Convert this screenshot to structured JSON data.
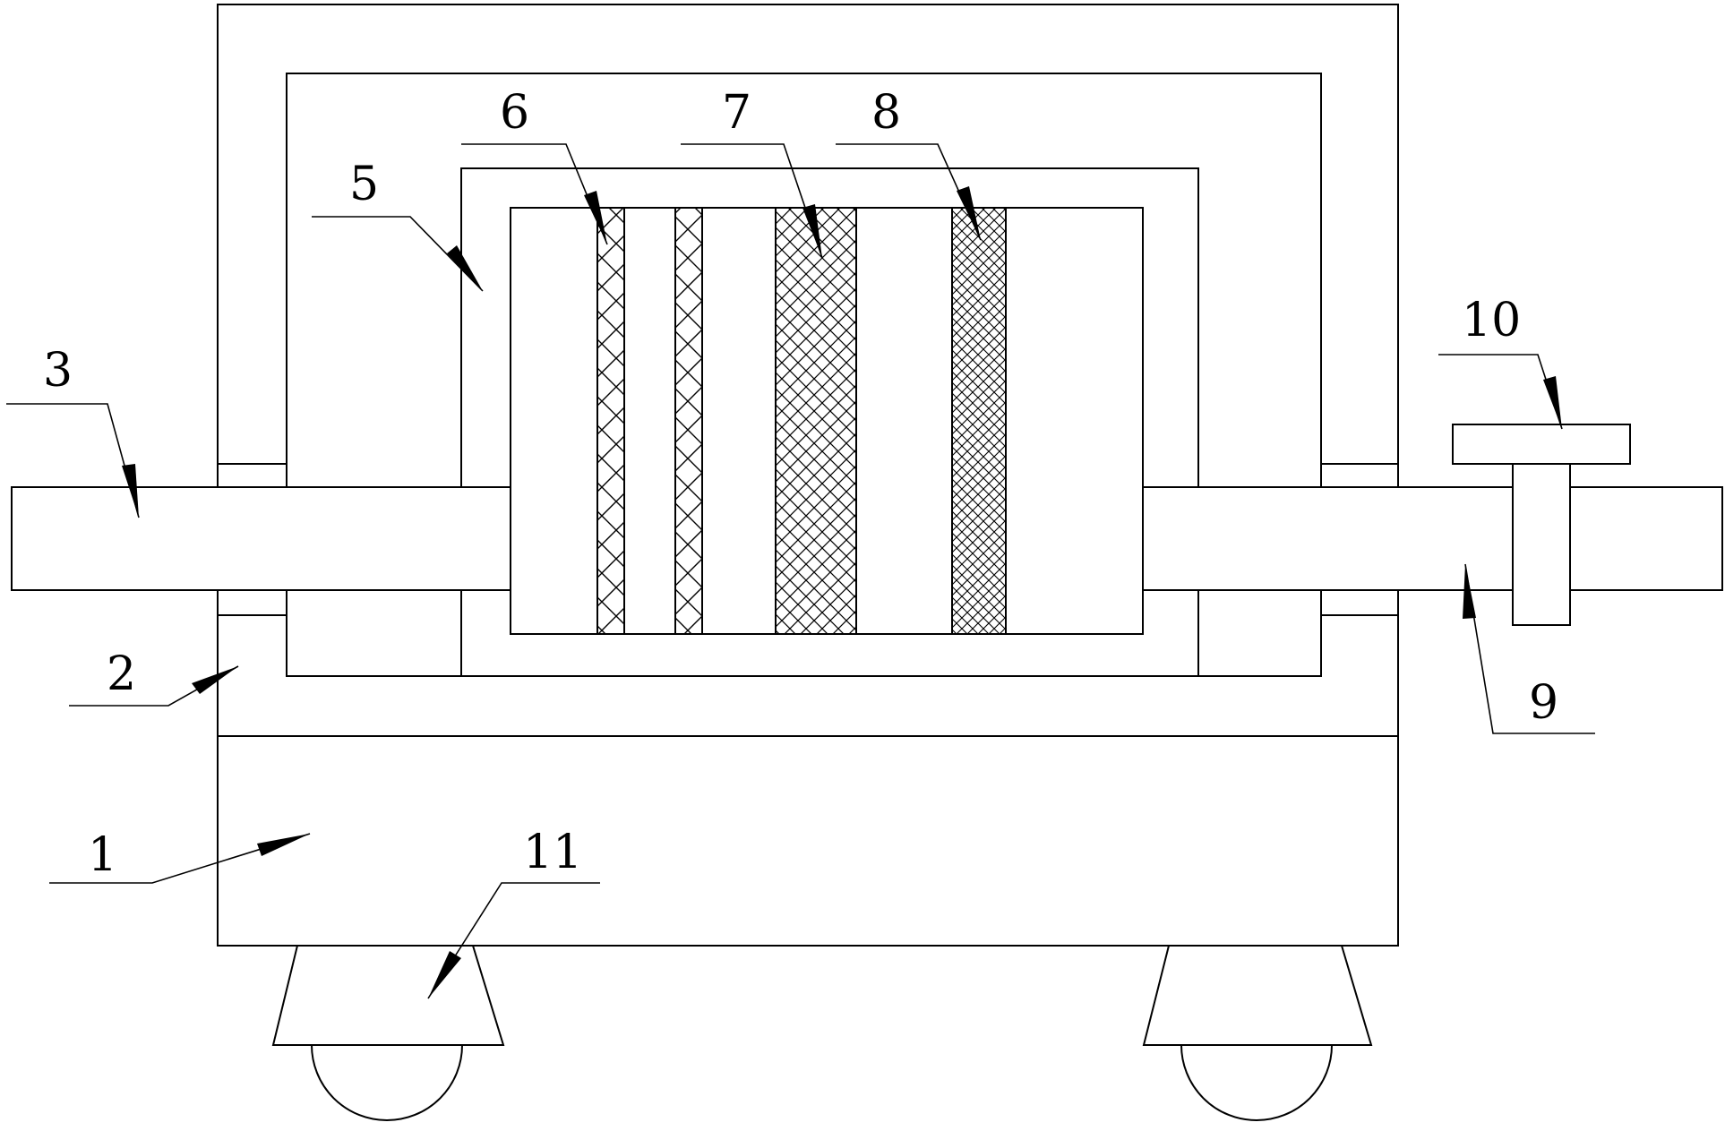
{
  "callouts": [
    {
      "id": "1",
      "label": "1"
    },
    {
      "id": "2",
      "label": "2"
    },
    {
      "id": "3",
      "label": "3"
    },
    {
      "id": "5",
      "label": "5"
    },
    {
      "id": "6",
      "label": "6"
    },
    {
      "id": "7",
      "label": "7"
    },
    {
      "id": "8",
      "label": "8"
    },
    {
      "id": "9",
      "label": "9"
    },
    {
      "id": "10",
      "label": "10"
    },
    {
      "id": "11",
      "label": "11"
    }
  ]
}
